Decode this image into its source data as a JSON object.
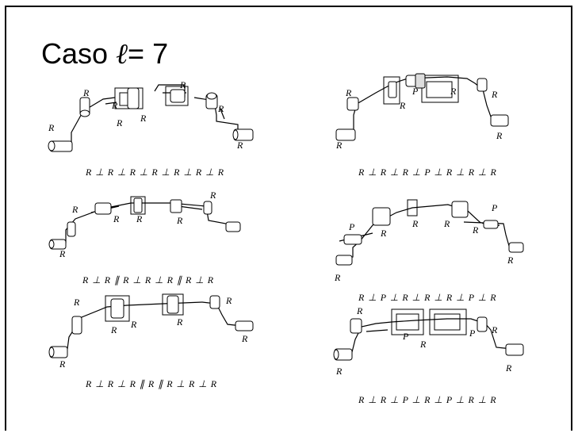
{
  "slide": {
    "title_prefix": "Caso ",
    "title_symbol": "ℓ",
    "title_suffix": "= 7"
  },
  "joint_labels": {
    "R": "R",
    "P": "P"
  },
  "formulas": {
    "left_1": "R ⊥ R ⊥ R ⊥ R ⊥ R ⊥ R ⊥ R",
    "left_2": "R ⊥ R ∥ R ⊥ R ⊥ R ∥ R ⊥ R",
    "left_3": "R ⊥ R ⊥ R ∥ R ∥ R ⊥ R ⊥ R",
    "right_1": "R ⊥ R ⊥ R ⊥ P ⊥ R ⊥ R ⊥ R",
    "right_2": "R ⊥ P ⊥ R ⊥ R ⊥ R ⊥ P ⊥ R",
    "right_3": "R ⊥ R ⊥ P ⊥ R ⊥ P ⊥ R ⊥ R"
  }
}
